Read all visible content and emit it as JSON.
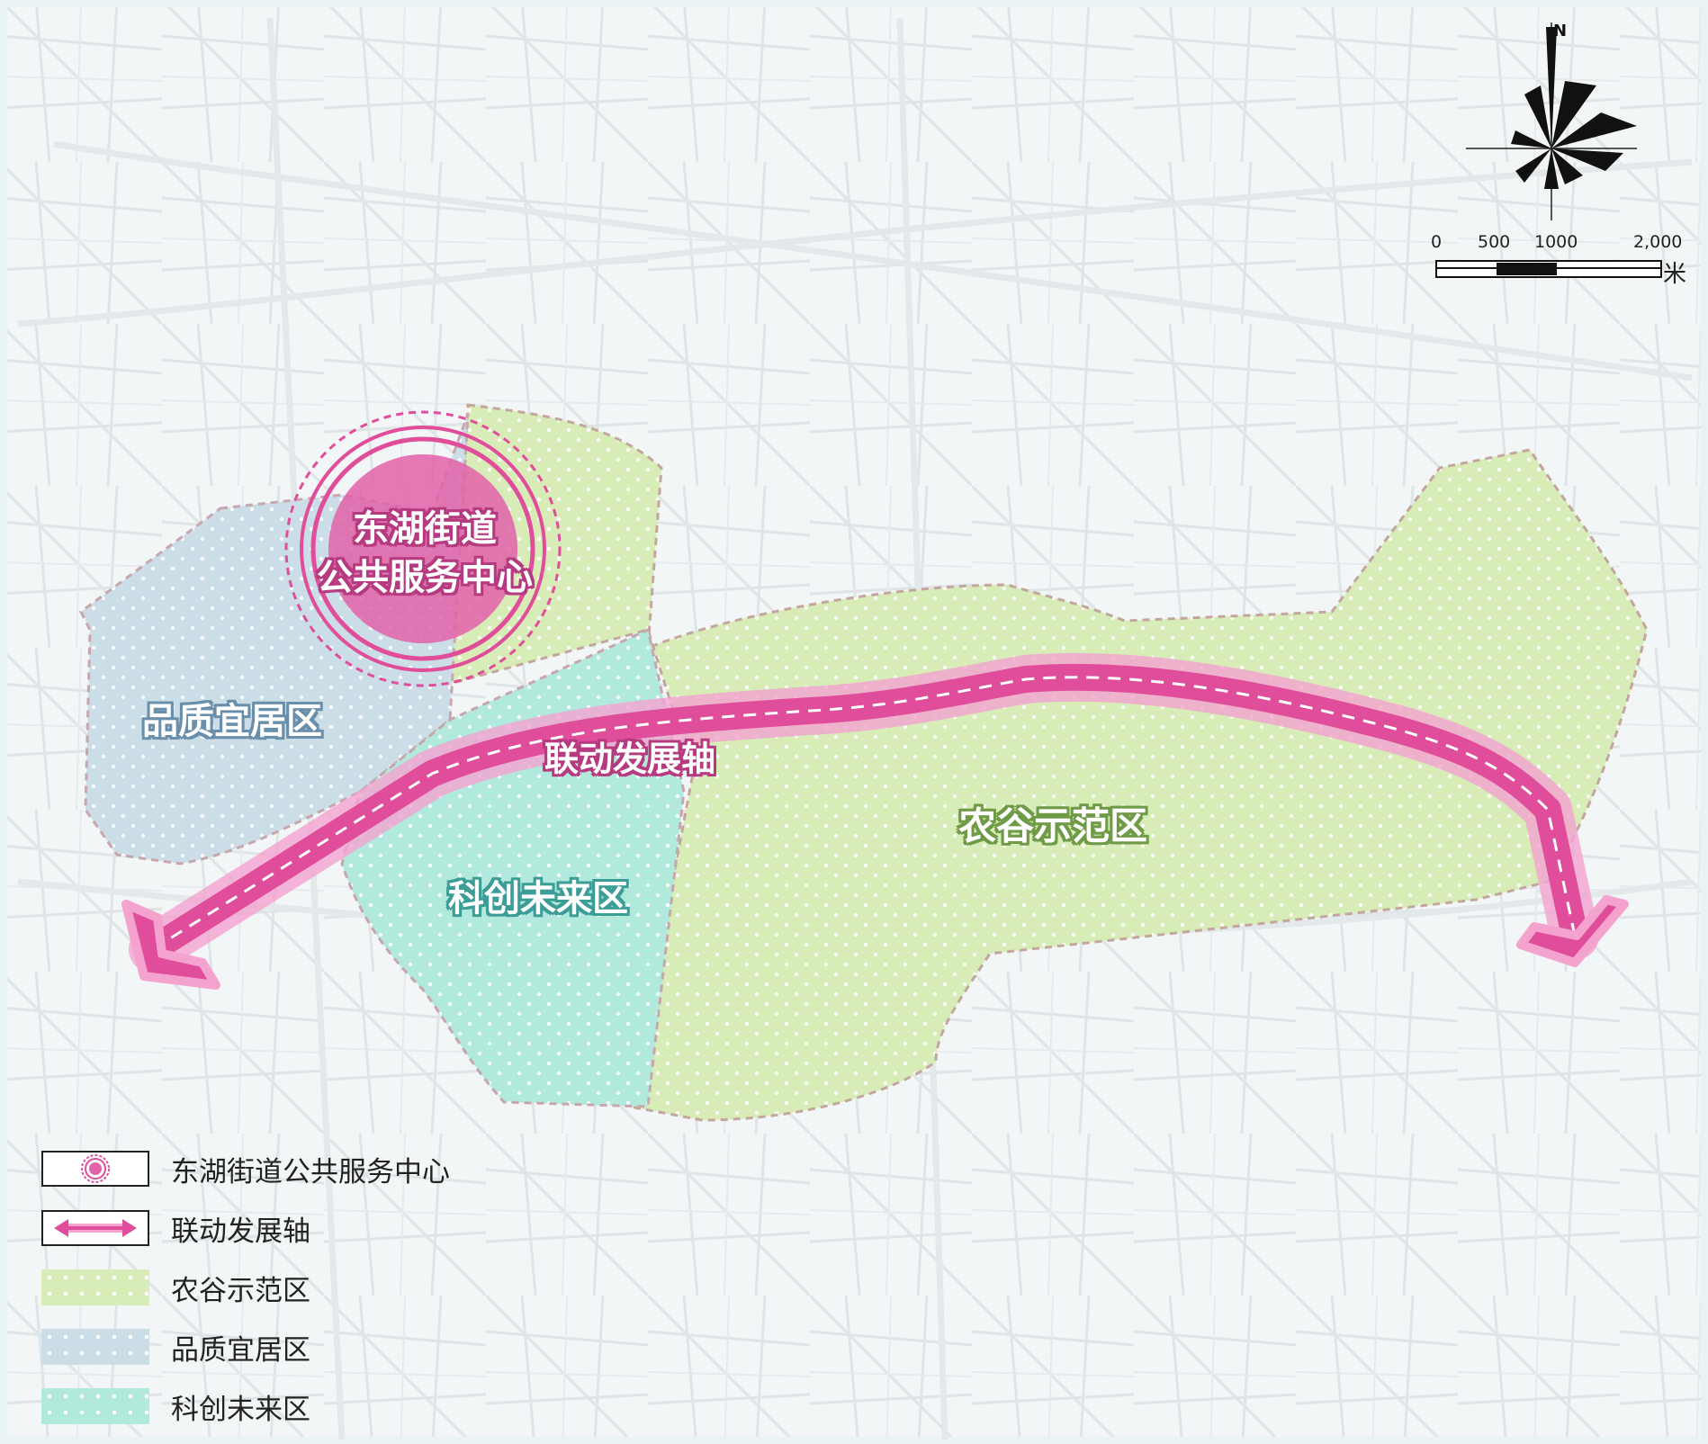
{
  "map": {
    "center_label_line1": "东湖街道",
    "center_label_line2": "公共服务中心",
    "axis_label": "联动发展轴",
    "zones": [
      {
        "id": "agri",
        "label": "农谷示范区",
        "color": "#d6ebb4"
      },
      {
        "id": "living",
        "label": "品质宜居区",
        "color": "#c8dbe6"
      },
      {
        "id": "tech",
        "label": "科创未来区",
        "color": "#aee8dc"
      }
    ],
    "colors": {
      "axis": "#e04d9a",
      "axis_glow": "#f4a3cf",
      "center": "#e262a8",
      "background": "#f2f6f7"
    }
  },
  "compass": {
    "north_label": "N"
  },
  "scale_bar": {
    "ticks": [
      "0",
      "500",
      "1000",
      "2,000"
    ],
    "unit": "米"
  },
  "legend": {
    "items": [
      {
        "swatch": "center-icon",
        "label": "东湖街道公共服务中心"
      },
      {
        "swatch": "axis-arrow",
        "label": "联动发展轴"
      },
      {
        "swatch": "green-dots",
        "label": "农谷示范区"
      },
      {
        "swatch": "blue-dots",
        "label": "品质宜居区"
      },
      {
        "swatch": "teal-dots",
        "label": "科创未来区"
      }
    ]
  }
}
